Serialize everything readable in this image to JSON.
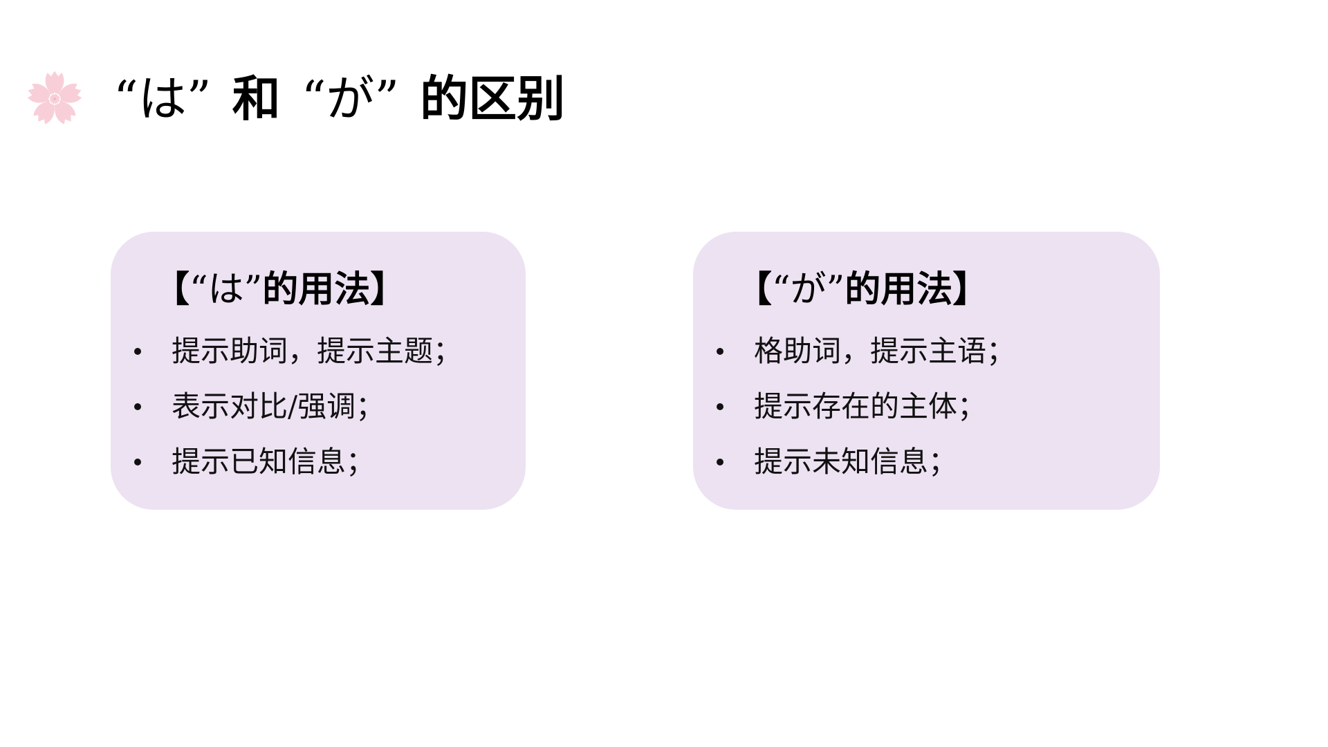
{
  "slide": {
    "background": "#ffffff",
    "decoration": {
      "icon": "sakura-flower-icon",
      "color": "#f8cfd8"
    },
    "title": {
      "part1": "“は”",
      "part2": "和",
      "part3": "“が”",
      "part4": "的区别",
      "full": "“は”和“が”的区别"
    },
    "card_color": "#ede2f2",
    "cards": [
      {
        "heading": {
          "open": "【",
          "kana": "“は”",
          "rest": "的用法】"
        },
        "items": [
          "提示助词，提示主题；",
          "表示对比/强调；",
          "提示已知信息；"
        ]
      },
      {
        "heading": {
          "open": "【",
          "kana": "“が”",
          "rest": "的用法】"
        },
        "items": [
          "格助词，提示主语；",
          "提示存在的主体；",
          "提示未知信息；"
        ]
      }
    ]
  }
}
